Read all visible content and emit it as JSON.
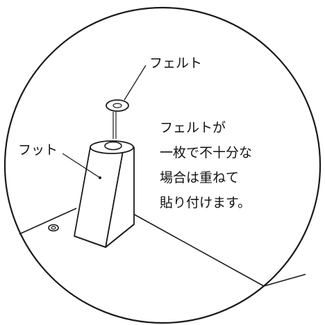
{
  "labels": {
    "felt": "フェルト",
    "foot": "フット"
  },
  "note": {
    "lines": [
      "フェルトが",
      "一枚で不十分な",
      "場合は重ねて",
      "貼り付けます。"
    ]
  },
  "colors": {
    "stroke": "#1a1a1a",
    "background": "#ffffff"
  }
}
